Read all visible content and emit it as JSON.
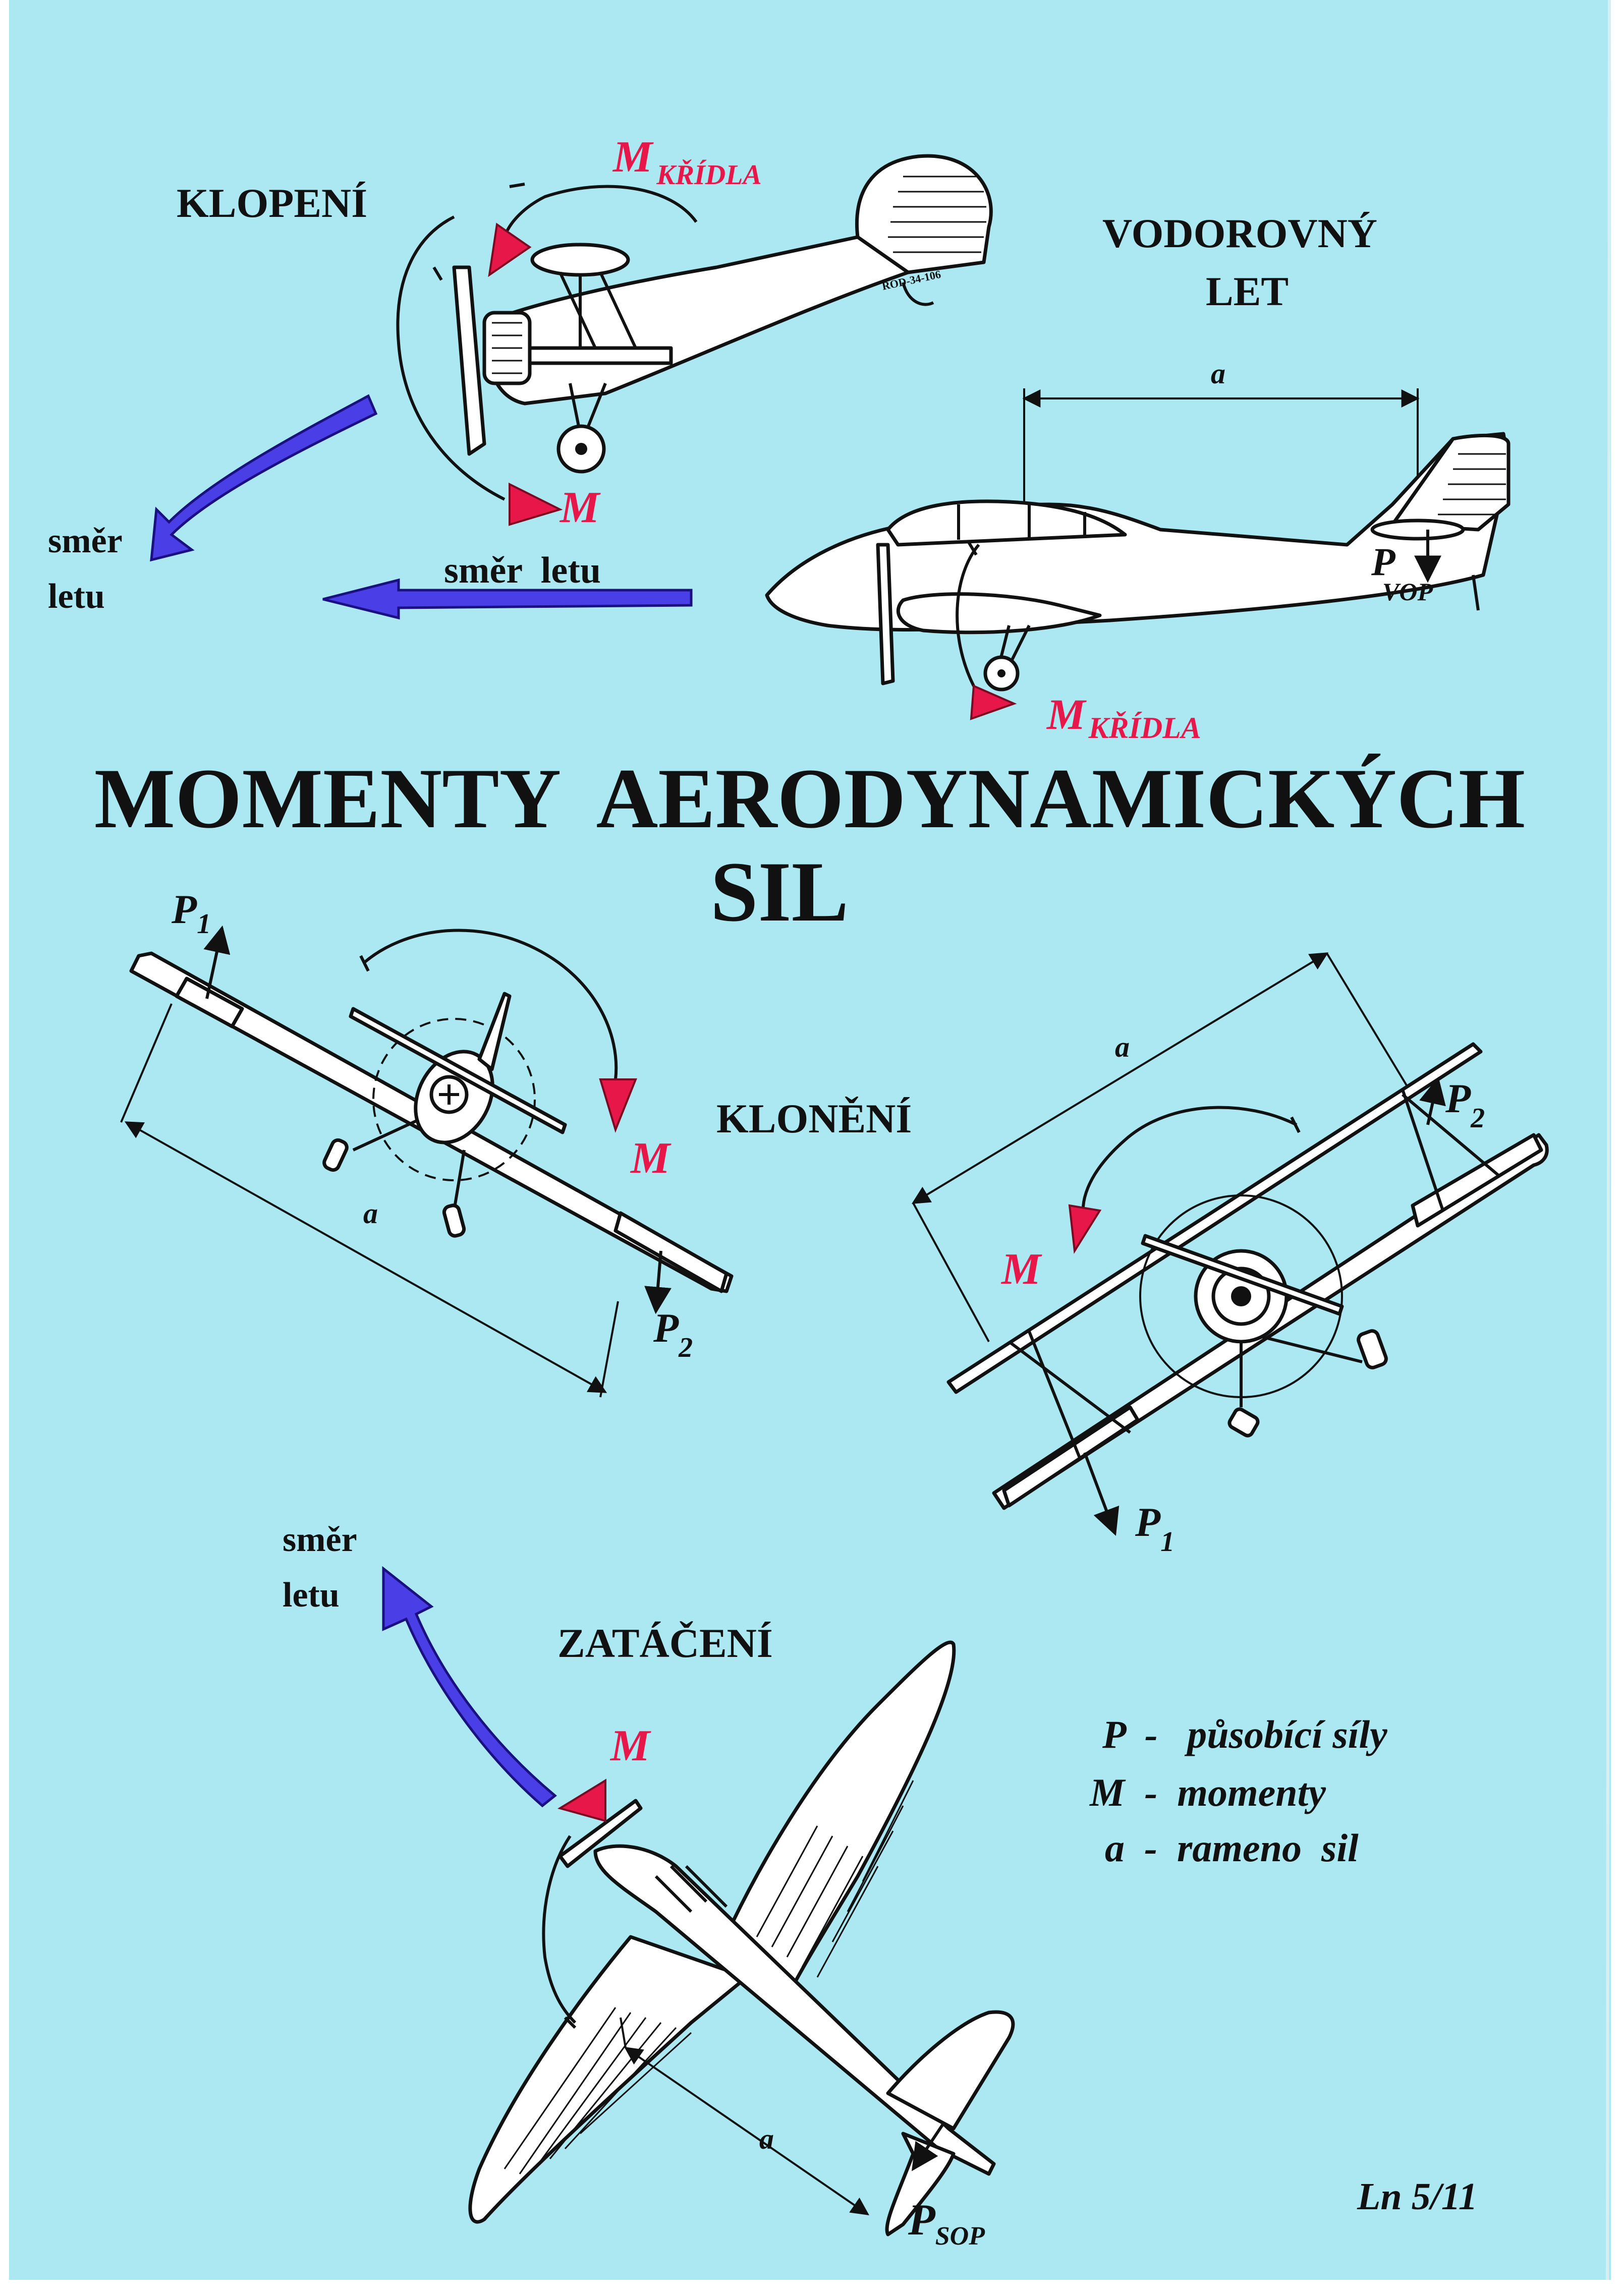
{
  "title_line1": "MOMENTY  AERODYNAMICKÝCH",
  "title_line2": "SIL",
  "klopeni": {
    "heading": "KLOPENÍ",
    "moment_wing_main": "M",
    "moment_wing_sub": "KŘÍDLA",
    "moment": "M",
    "direction_1a": "směr",
    "direction_1b": "letu",
    "direction_2": "směr  letu"
  },
  "vodorovny": {
    "heading_line1": "VODOROVNÝ",
    "heading_line2": "LET",
    "arm": "a",
    "force_main": "P",
    "force_sub": "VOP",
    "moment_wing_main": "M",
    "moment_wing_sub": "KŘÍDLA"
  },
  "kloneni": {
    "heading": "KLONĚNÍ",
    "left": {
      "p1_main": "P",
      "p1_sub": "1",
      "moment": "M",
      "arm": "a",
      "p2_main": "P",
      "p2_sub": "2"
    },
    "right": {
      "arm": "a",
      "p2_main": "P",
      "p2_sub": "2",
      "moment": "M",
      "p1_main": "P",
      "p1_sub": "1"
    }
  },
  "zataceni": {
    "heading": "ZATÁČENÍ",
    "direction_a": "směr",
    "direction_b": "letu",
    "moment": "M",
    "arm": "a",
    "force_main": "P",
    "force_sub": "SOP"
  },
  "legend": {
    "line1": "P  -   působící síly",
    "line2": "M  -  momenty",
    "line3": "a  -  rameno  sil"
  },
  "page_code": "Ln 5/11",
  "colors": {
    "background": "#abe8f2",
    "moment_red": "#e8174a",
    "arrow_blue": "#4a3ee6"
  }
}
